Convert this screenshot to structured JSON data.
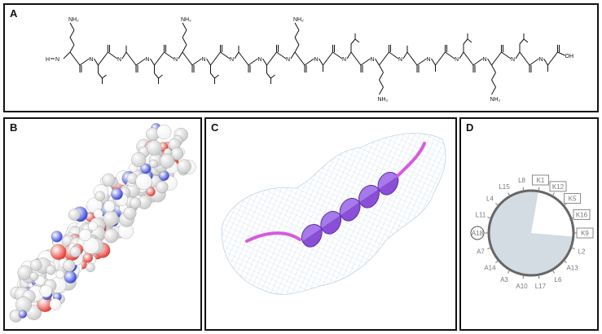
{
  "panels": {
    "a": {
      "label": "A"
    },
    "b": {
      "label": "B"
    },
    "c": {
      "label": "C"
    },
    "d": {
      "label": "D"
    }
  },
  "structure": {
    "n_terminus": "H",
    "n_atom": "N",
    "amine": "NH₂",
    "acid": "OH",
    "sequence": [
      "K",
      "L",
      "A",
      "L",
      "K",
      "L",
      "A",
      "L",
      "K",
      "A",
      "L",
      "K",
      "A",
      "A",
      "L",
      "K",
      "L",
      "A"
    ]
  },
  "wheel": {
    "residues_boxed": [
      "K1",
      "K12",
      "K5",
      "K16",
      "K9"
    ],
    "residues_plain": [
      "L2",
      "A13",
      "L6",
      "L17",
      "A10",
      "A3",
      "A14",
      "A7",
      "L11",
      "L4",
      "L15",
      "L8"
    ],
    "residue_circled": "A18",
    "sector_color": "#d3dbe3"
  },
  "colors": {
    "helix": "#8a4fd6",
    "helix_end": "#d85ae0",
    "mesh": "#b9cfe2",
    "carbon": "#c8c8c8",
    "oxygen": "#e5332a",
    "nitrogen": "#2a3bd9",
    "hydrogen": "#f2f2f2"
  }
}
